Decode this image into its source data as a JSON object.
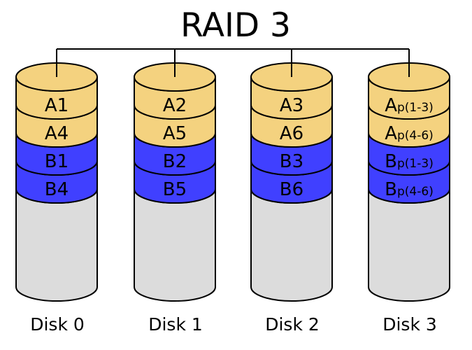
{
  "title": "RAID 3",
  "colors": {
    "segment_a": "#f4d27f",
    "segment_b": "#4040ff",
    "empty": "#dcdcdc",
    "outline": "#000000"
  },
  "disks": [
    {
      "label": "Disk 0",
      "segments": [
        {
          "group": "a",
          "main": "A1",
          "sub": ""
        },
        {
          "group": "a",
          "main": "A4",
          "sub": ""
        },
        {
          "group": "b",
          "main": "B1",
          "sub": ""
        },
        {
          "group": "b",
          "main": "B4",
          "sub": ""
        }
      ]
    },
    {
      "label": "Disk 1",
      "segments": [
        {
          "group": "a",
          "main": "A2",
          "sub": ""
        },
        {
          "group": "a",
          "main": "A5",
          "sub": ""
        },
        {
          "group": "b",
          "main": "B2",
          "sub": ""
        },
        {
          "group": "b",
          "main": "B5",
          "sub": ""
        }
      ]
    },
    {
      "label": "Disk 2",
      "segments": [
        {
          "group": "a",
          "main": "A3",
          "sub": ""
        },
        {
          "group": "a",
          "main": "A6",
          "sub": ""
        },
        {
          "group": "b",
          "main": "B3",
          "sub": ""
        },
        {
          "group": "b",
          "main": "B6",
          "sub": ""
        }
      ]
    },
    {
      "label": "Disk 3",
      "segments": [
        {
          "group": "a",
          "main": "A",
          "sub": "p(1-3)"
        },
        {
          "group": "a",
          "main": "A",
          "sub": "p(4-6)"
        },
        {
          "group": "b",
          "main": "B",
          "sub": "p(1-3)"
        },
        {
          "group": "b",
          "main": "B",
          "sub": "p(4-6)"
        }
      ]
    }
  ]
}
